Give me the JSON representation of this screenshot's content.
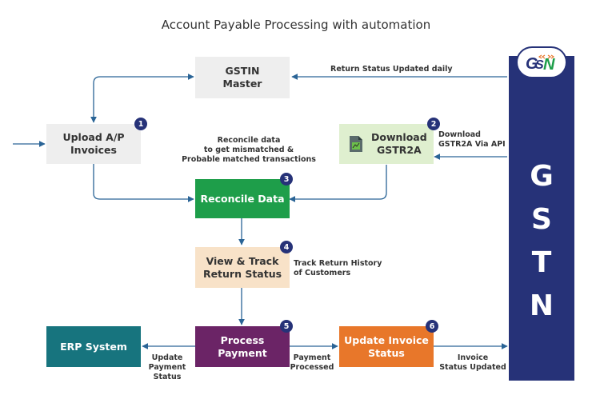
{
  "title": "Account Payable Processing with automation",
  "nodes": {
    "gstin_master": "GSTIN\nMaster",
    "upload": "Upload A/P\nInvoices",
    "download": "Download\nGSTR2A",
    "reconcile": "Reconcile Data",
    "view_track": "View & Track\nReturn Status",
    "process": "Process\nPayment",
    "update_invoice": "Update Invoice\nStatus",
    "erp": "ERP System"
  },
  "badges": [
    "1",
    "2",
    "3",
    "4",
    "5",
    "6"
  ],
  "labels": {
    "return_status_daily": "Return Status Updated daily",
    "reconcile_note": "Reconcile data\nto get mismatched &\nProbable matched transactions",
    "download_via_api": "Download\nGSTR2A Via API",
    "track_history": "Track Return History\nof Customers",
    "update_payment_status": "Update\nPayment\nStatus",
    "payment_processed": "Payment\nProcessed",
    "invoice_status_updated": "Invoice\nStatus Updated"
  },
  "gstn": {
    "letters": [
      "G",
      "S",
      "T",
      "N"
    ],
    "logo_text": "GSTN"
  },
  "colors": {
    "navy": "#263278",
    "green": "#1e9e4a",
    "orange": "#e8772a",
    "purple": "#6b2466",
    "teal": "#17747e",
    "light_gray": "#eeeeee",
    "light_green": "#dfefcf",
    "peach": "#f8e2c8",
    "arrow": "#2a6496"
  }
}
